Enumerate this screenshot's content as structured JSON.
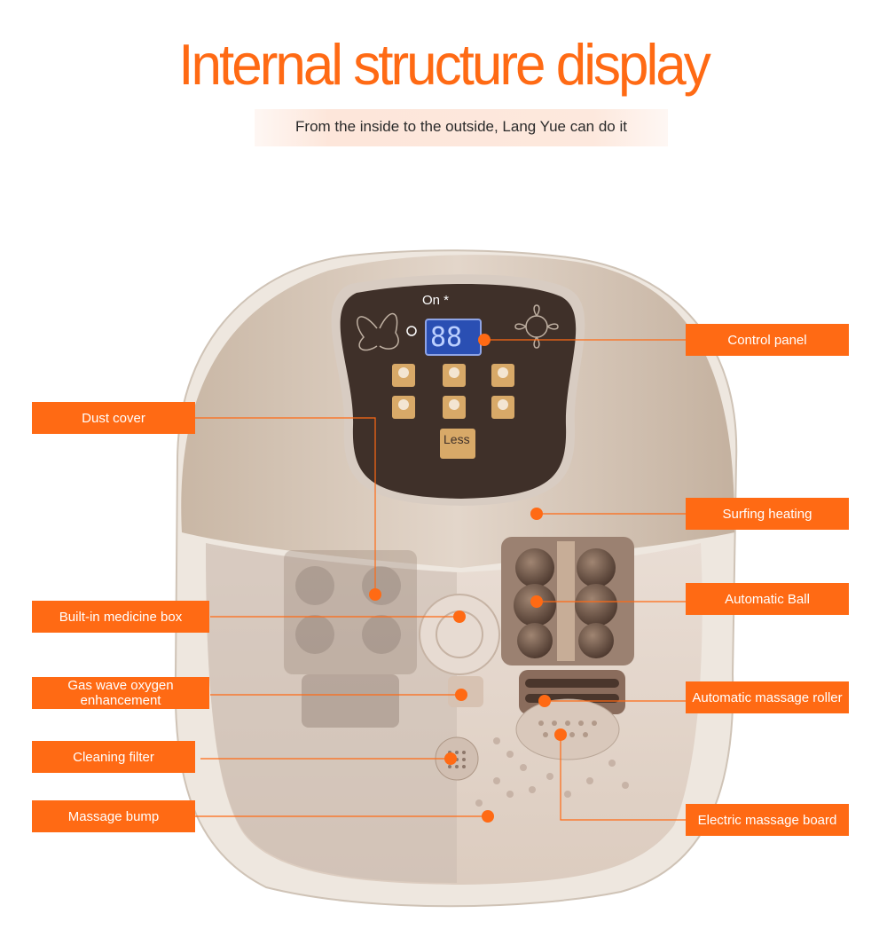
{
  "heading": {
    "title": "Internal structure display",
    "subtitle": "From the inside to the outside, Lang Yue can do it"
  },
  "panel": {
    "on_label": "On *",
    "display": "88",
    "less_label": "Less"
  },
  "callouts": {
    "control_panel": "Control panel",
    "dust_cover": "Dust cover",
    "surfing_heating": "Surfing heating",
    "automatic_ball": "Automatic Ball",
    "medicine_box": "Built-in medicine box",
    "gas_wave_1": "Gas wave oxygen",
    "gas_wave_2": "enhancement",
    "massage_roller": "Automatic massage roller",
    "cleaning_filter": "Cleaning filter",
    "massage_bump": "Massage bump",
    "electric_board": "Electric massage board"
  },
  "colors": {
    "accent": "#ff6a14",
    "title": "#ff6a14",
    "body_shell": "#d6c6b6",
    "panel": "#3f3029",
    "button": "#d8a968"
  }
}
